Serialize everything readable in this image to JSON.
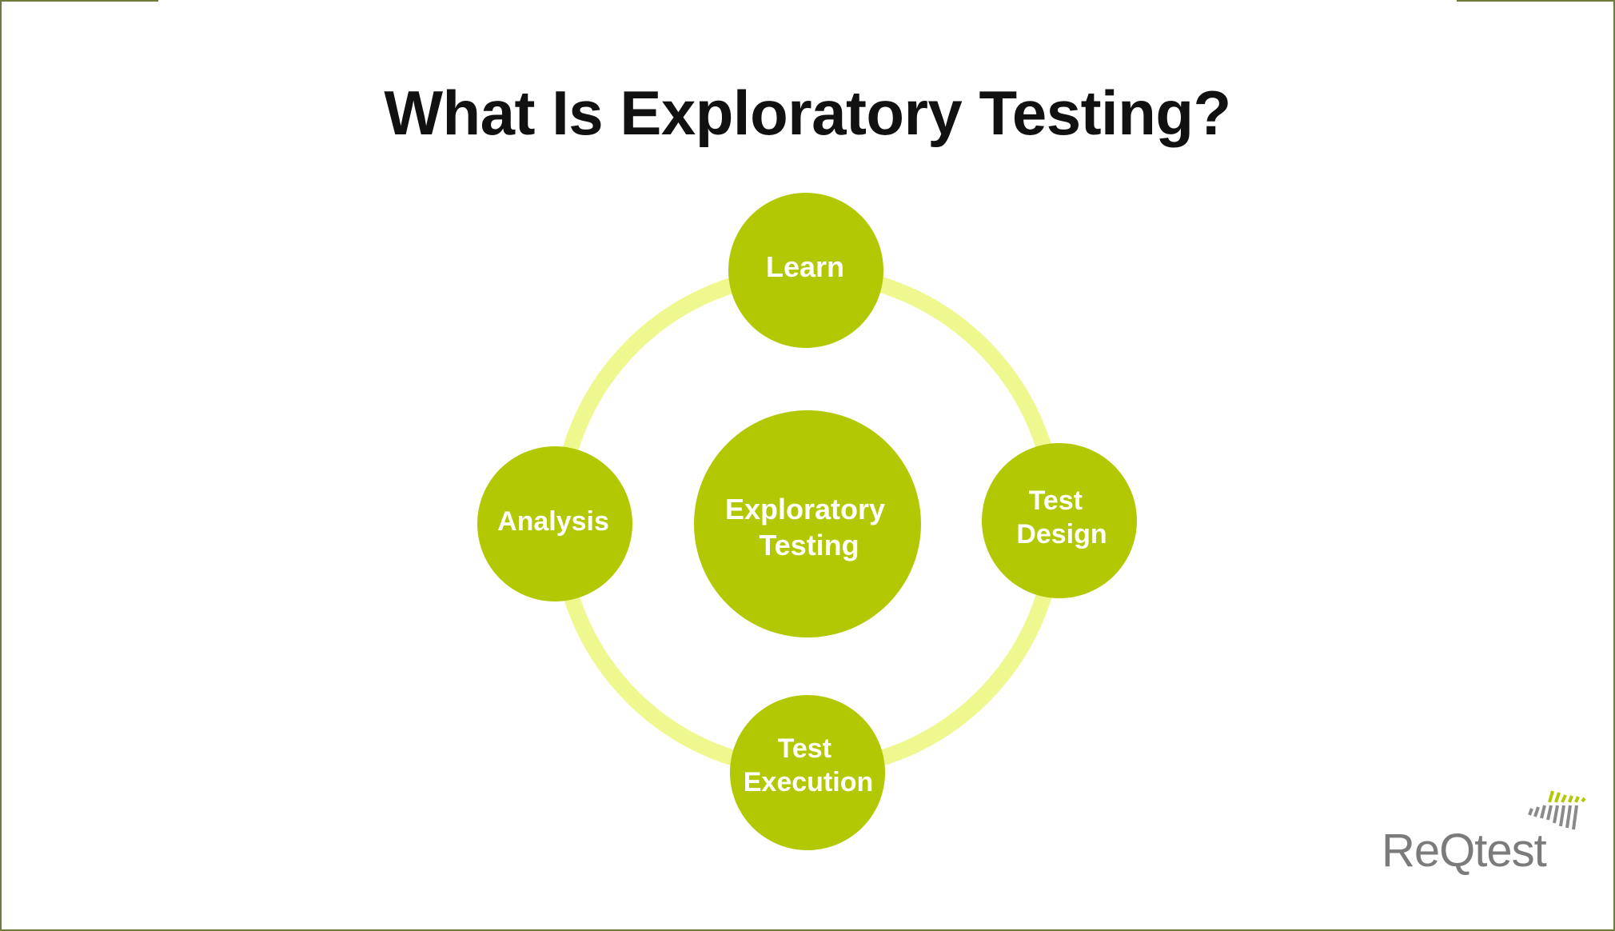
{
  "title": "What Is Exploratory Testing?",
  "colors": {
    "node_fill": "#b2c803",
    "ring": "#eff88f",
    "text_on_node": "#ffffff",
    "title": "#111111",
    "frame": "#6f7d3a",
    "logo_text": "#7b7b7b",
    "logo_mark": "#b2c803"
  },
  "diagram": {
    "center": {
      "lines": [
        "Exploratory",
        "Testing"
      ]
    },
    "nodes": [
      {
        "id": "learn",
        "lines": [
          "Learn"
        ]
      },
      {
        "id": "test-design",
        "lines": [
          "Test",
          "Design"
        ]
      },
      {
        "id": "test-execution",
        "lines": [
          "Test",
          "Execution"
        ]
      },
      {
        "id": "analysis",
        "lines": [
          "Analysis"
        ]
      }
    ]
  },
  "logo": {
    "text": "ReQtest"
  }
}
